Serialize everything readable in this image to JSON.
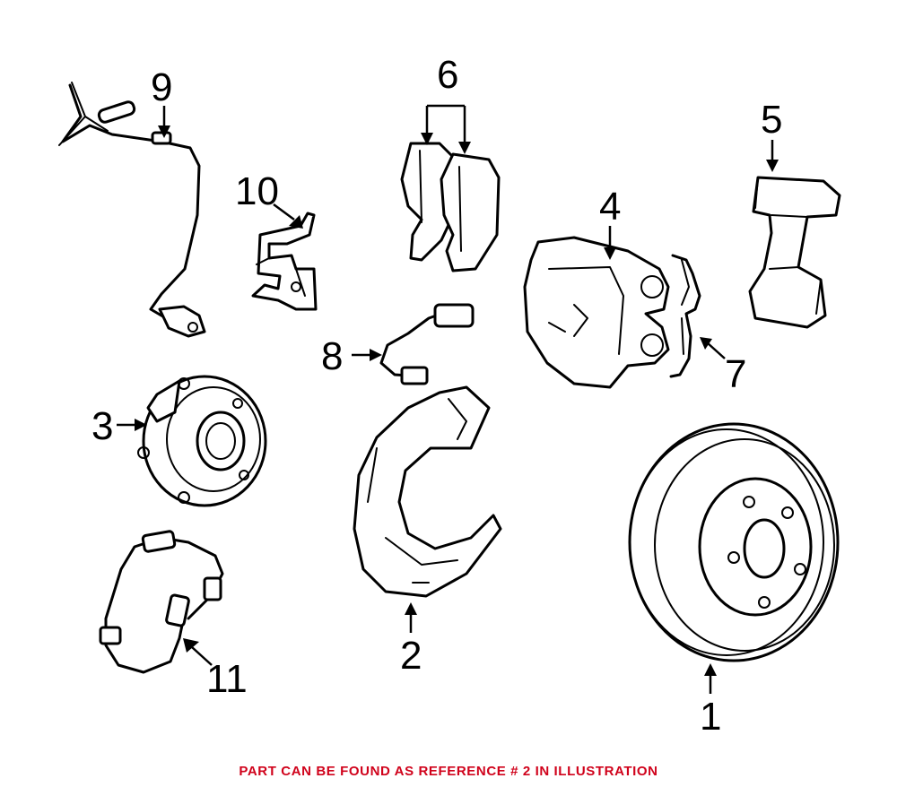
{
  "callouts": {
    "c1": "1",
    "c2": "2",
    "c3": "3",
    "c4": "4",
    "c5": "5",
    "c6": "6",
    "c7": "7",
    "c8": "8",
    "c9": "9",
    "c10": "10",
    "c11": "11"
  },
  "footer_note": "PART CAN BE FOUND AS REFERENCE # 2 IN ILLUSTRATION",
  "colors": {
    "footer_text": "#d0021b",
    "line_art": "#000000",
    "background": "#ffffff"
  }
}
